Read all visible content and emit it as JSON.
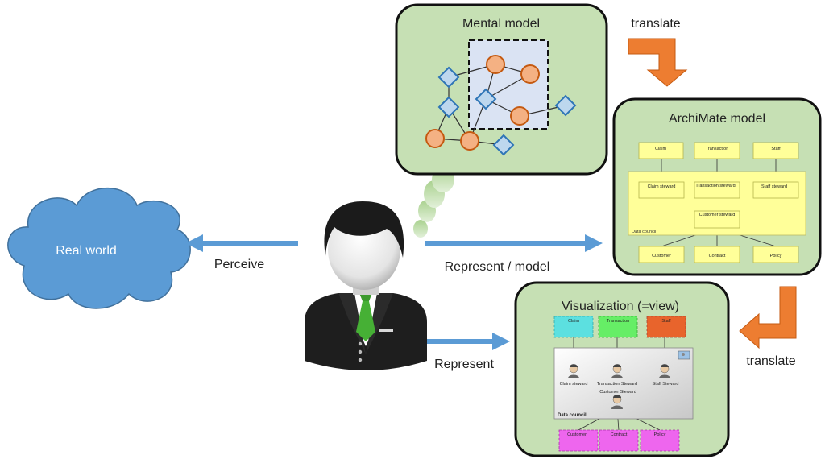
{
  "cloud_label": "Real world",
  "labels": {
    "perceive": "Perceive",
    "represent_model": "Represent / model",
    "represent": "Represent",
    "translate_top": "translate",
    "translate_bottom": "translate"
  },
  "mental_model": {
    "title": "Mental model"
  },
  "archimate_model": {
    "title": "ArchiMate model",
    "top_row": [
      "Claim",
      "Transaction",
      "Staff"
    ],
    "stewards": [
      "Claim steward",
      "Transaction steward",
      "Staff steward"
    ],
    "customer_steward": "Customer steward",
    "group_label": "Data council",
    "bottom_row": [
      "Customer",
      "Contract",
      "Policy"
    ]
  },
  "visualization": {
    "title": "Visualization (=view)",
    "top_row": [
      "Claim",
      "Transaction",
      "Staff"
    ],
    "stewards": [
      "Claim steward",
      "Transaction Steward",
      "Staff Steward"
    ],
    "customer_steward": "Customer Steward",
    "group_label": "Data council",
    "bottom_row": [
      "Customer",
      "Contract",
      "Policy"
    ]
  },
  "colors": {
    "panel_fill": "#c6e0b4",
    "arrow_blue": "#5b9bd5",
    "arrow_orange": "#ed7d31",
    "cloud": "#5b9bd5",
    "node_orange": "#f4b183",
    "node_diamond": "#bdd7ee",
    "cyan": "#5ce0e0",
    "green": "#66ee66",
    "orange": "#e8642c",
    "magenta": "#ee66ee"
  }
}
